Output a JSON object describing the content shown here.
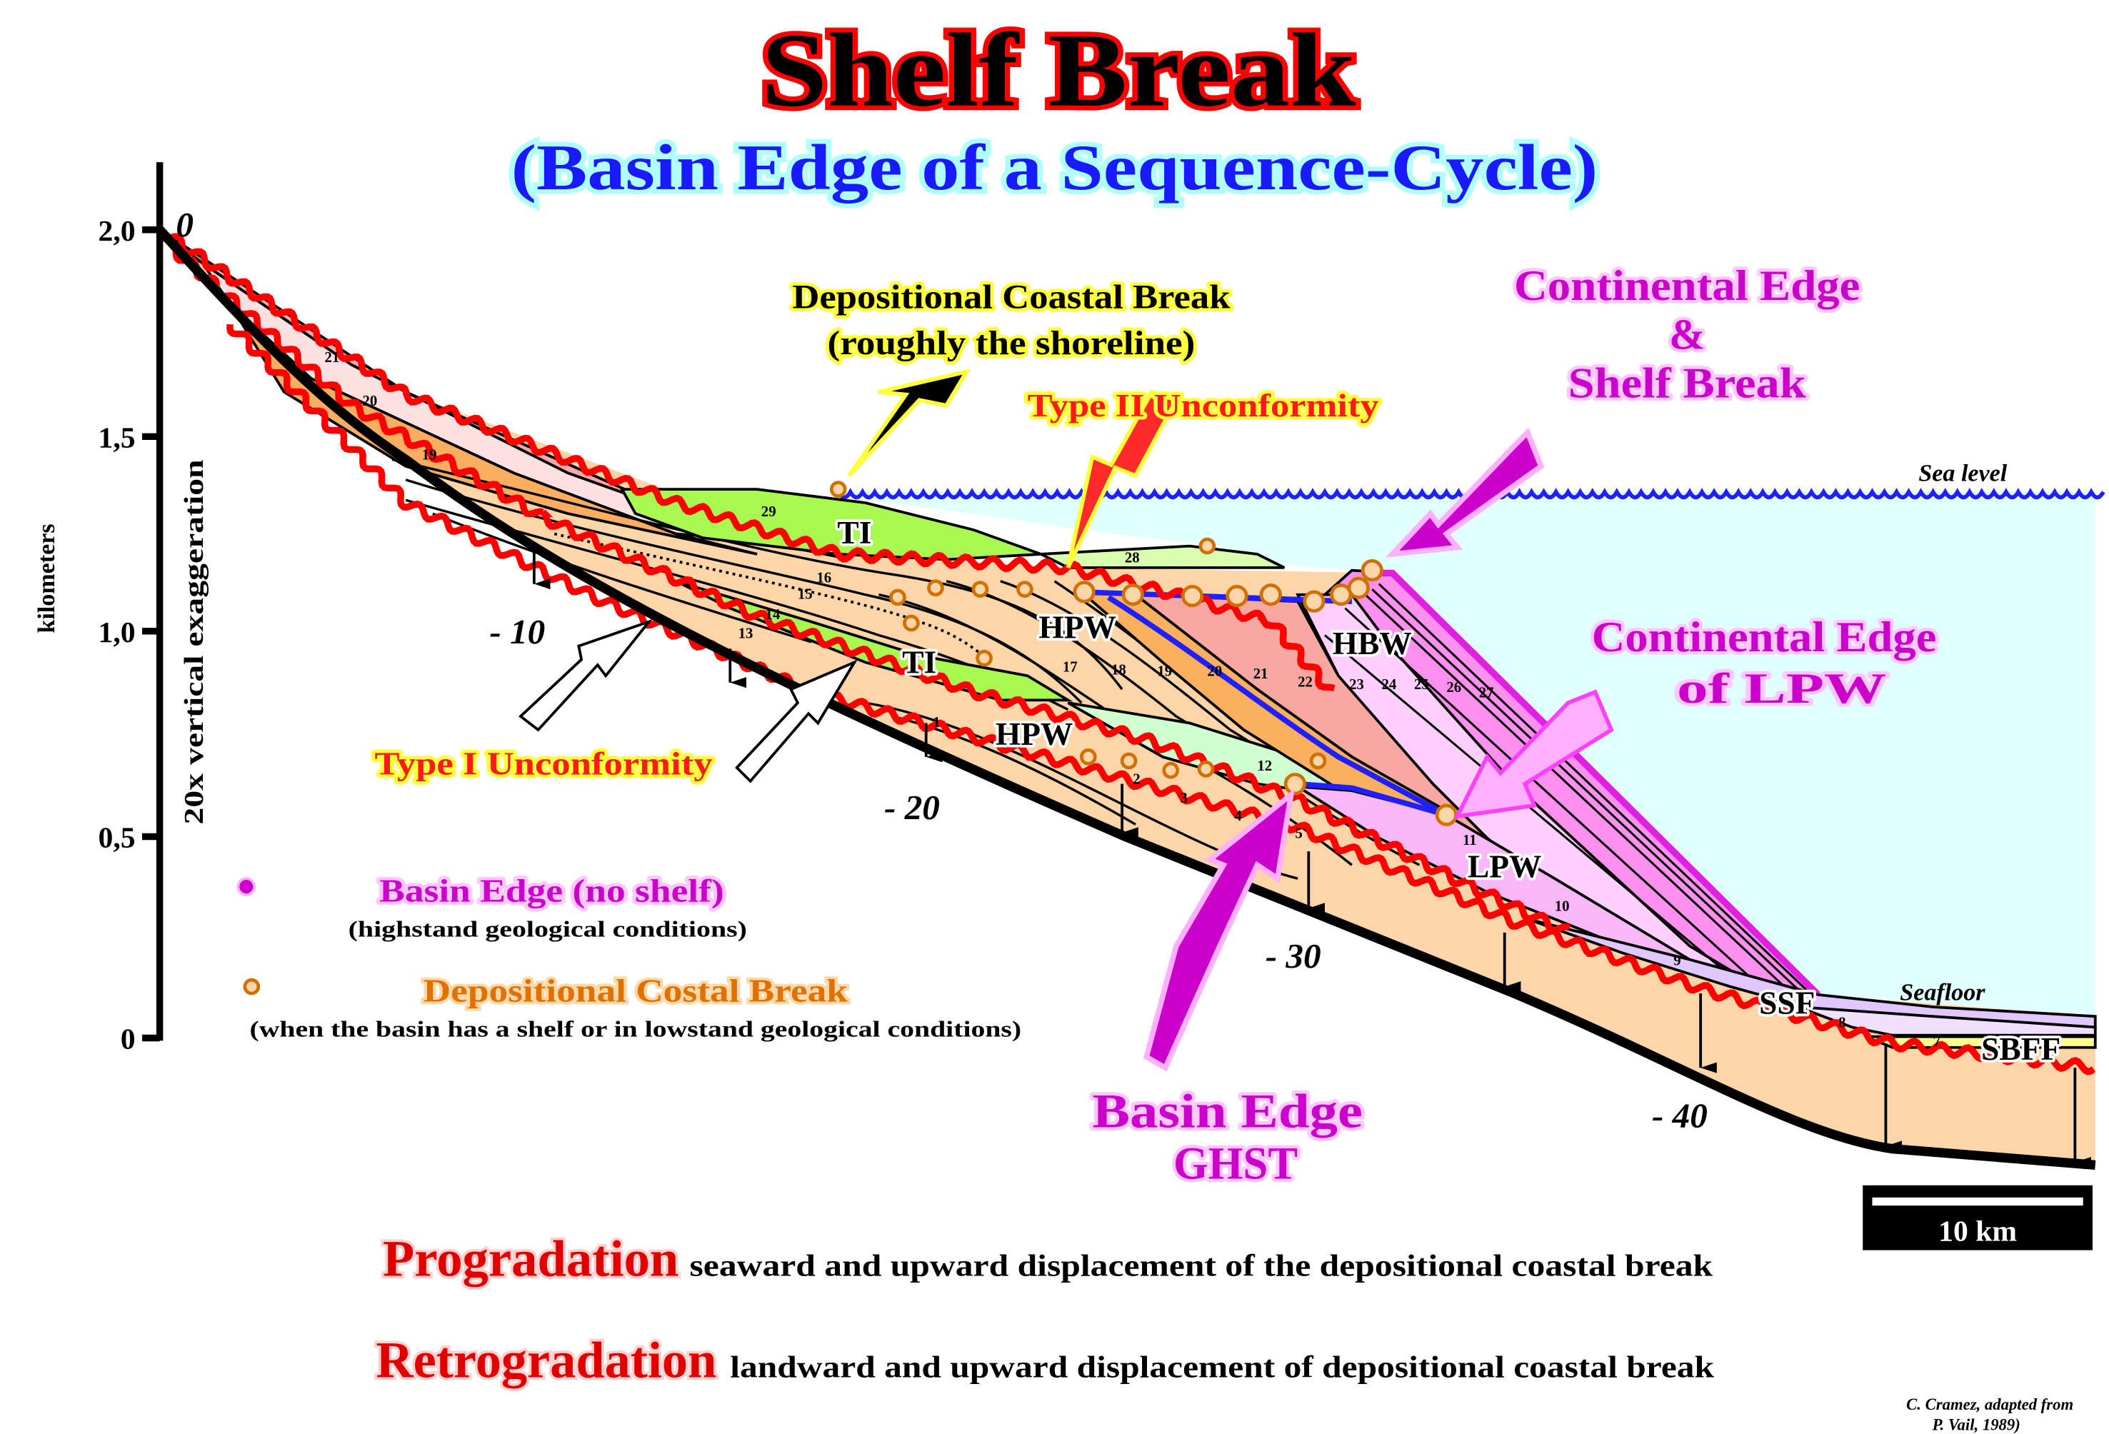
{
  "title": "Shelf Break",
  "subtitle": "(Basin Edge of a Sequence-Cycle)",
  "y_axis": {
    "label": "kilometers",
    "note": "20x vertical exaggeration",
    "ticks": [
      "2,0",
      "1,5",
      "1,0",
      "0,5",
      "0"
    ]
  },
  "depth_markers": [
    "0",
    "- 10",
    "- 20",
    "- 30",
    "- 40"
  ],
  "callouts": {
    "coastal_break_line1": "Depositional Coastal Break",
    "coastal_break_line2": "(roughly the shoreline)",
    "type2": "Type II Unconformity",
    "continental_edge_line1": "Continental Edge",
    "continental_edge_line2": "&",
    "continental_edge_line3": "Shelf Break",
    "lpw_edge_line1": "Continental Edge",
    "lpw_edge_line2": "of LPW",
    "type1": "Type I Unconformity",
    "basin_edge_line1": "Basin Edge",
    "basin_edge_line2": "GHST",
    "sea_level": "Sea level",
    "seafloor": "Seafloor"
  },
  "units": {
    "ti_upper": "TI",
    "ti_lower": "TI",
    "hpw_upper": "HPW",
    "hpw_lower": "HPW",
    "hbw": "HBW",
    "lpw": "LPW",
    "ssf": "SSF",
    "sbff": "SBFF"
  },
  "layer_numbers": {
    "n1": "1",
    "n2": "2",
    "n3": "3",
    "n4": "4",
    "n5": "5",
    "n7": "7",
    "n8": "8",
    "n9": "9",
    "n10": "10",
    "n11": "11",
    "n12": "12",
    "n13": "13",
    "n14": "14",
    "n15": "15",
    "n16": "16",
    "n17": "17",
    "n18": "18",
    "n19": "19",
    "n20": "20",
    "n21": "21",
    "n22": "22",
    "n23": "23",
    "n24": "24",
    "n25": "25",
    "n26": "26",
    "n27": "27",
    "n28": "28",
    "n29": "29",
    "l19": "19",
    "l20": "20",
    "l21": "21"
  },
  "legend": {
    "basin_edge": "Basin Edge (no shelf)",
    "basin_edge_note": "(highstand geological conditions)",
    "coastal_break": "Depositional Costal Break",
    "coastal_break_note": "(when the basin has a shelf or in lowstand geological conditions)"
  },
  "scale_bar": "10 km",
  "definitions": {
    "progradation_term": "Progradation",
    "progradation_text": "seaward and upward displacement of the depositional coastal break",
    "retrogradation_term": "Retrogradation",
    "retrogradation_text": "landward and upward displacement of depositional coastal break"
  },
  "credit_line1": "C. Cramez, adapted from",
  "credit_line2": "P. Vail, 1989)",
  "colors": {
    "unconformity": "#ff0000",
    "sea": "#e0ffff",
    "sea_level": "#2020ff",
    "coastal_break_marker": "#d07000",
    "basin_edge_marker": "#cc00cc",
    "title_outline": "#ff0000",
    "subtitle": "#1a1aff"
  }
}
